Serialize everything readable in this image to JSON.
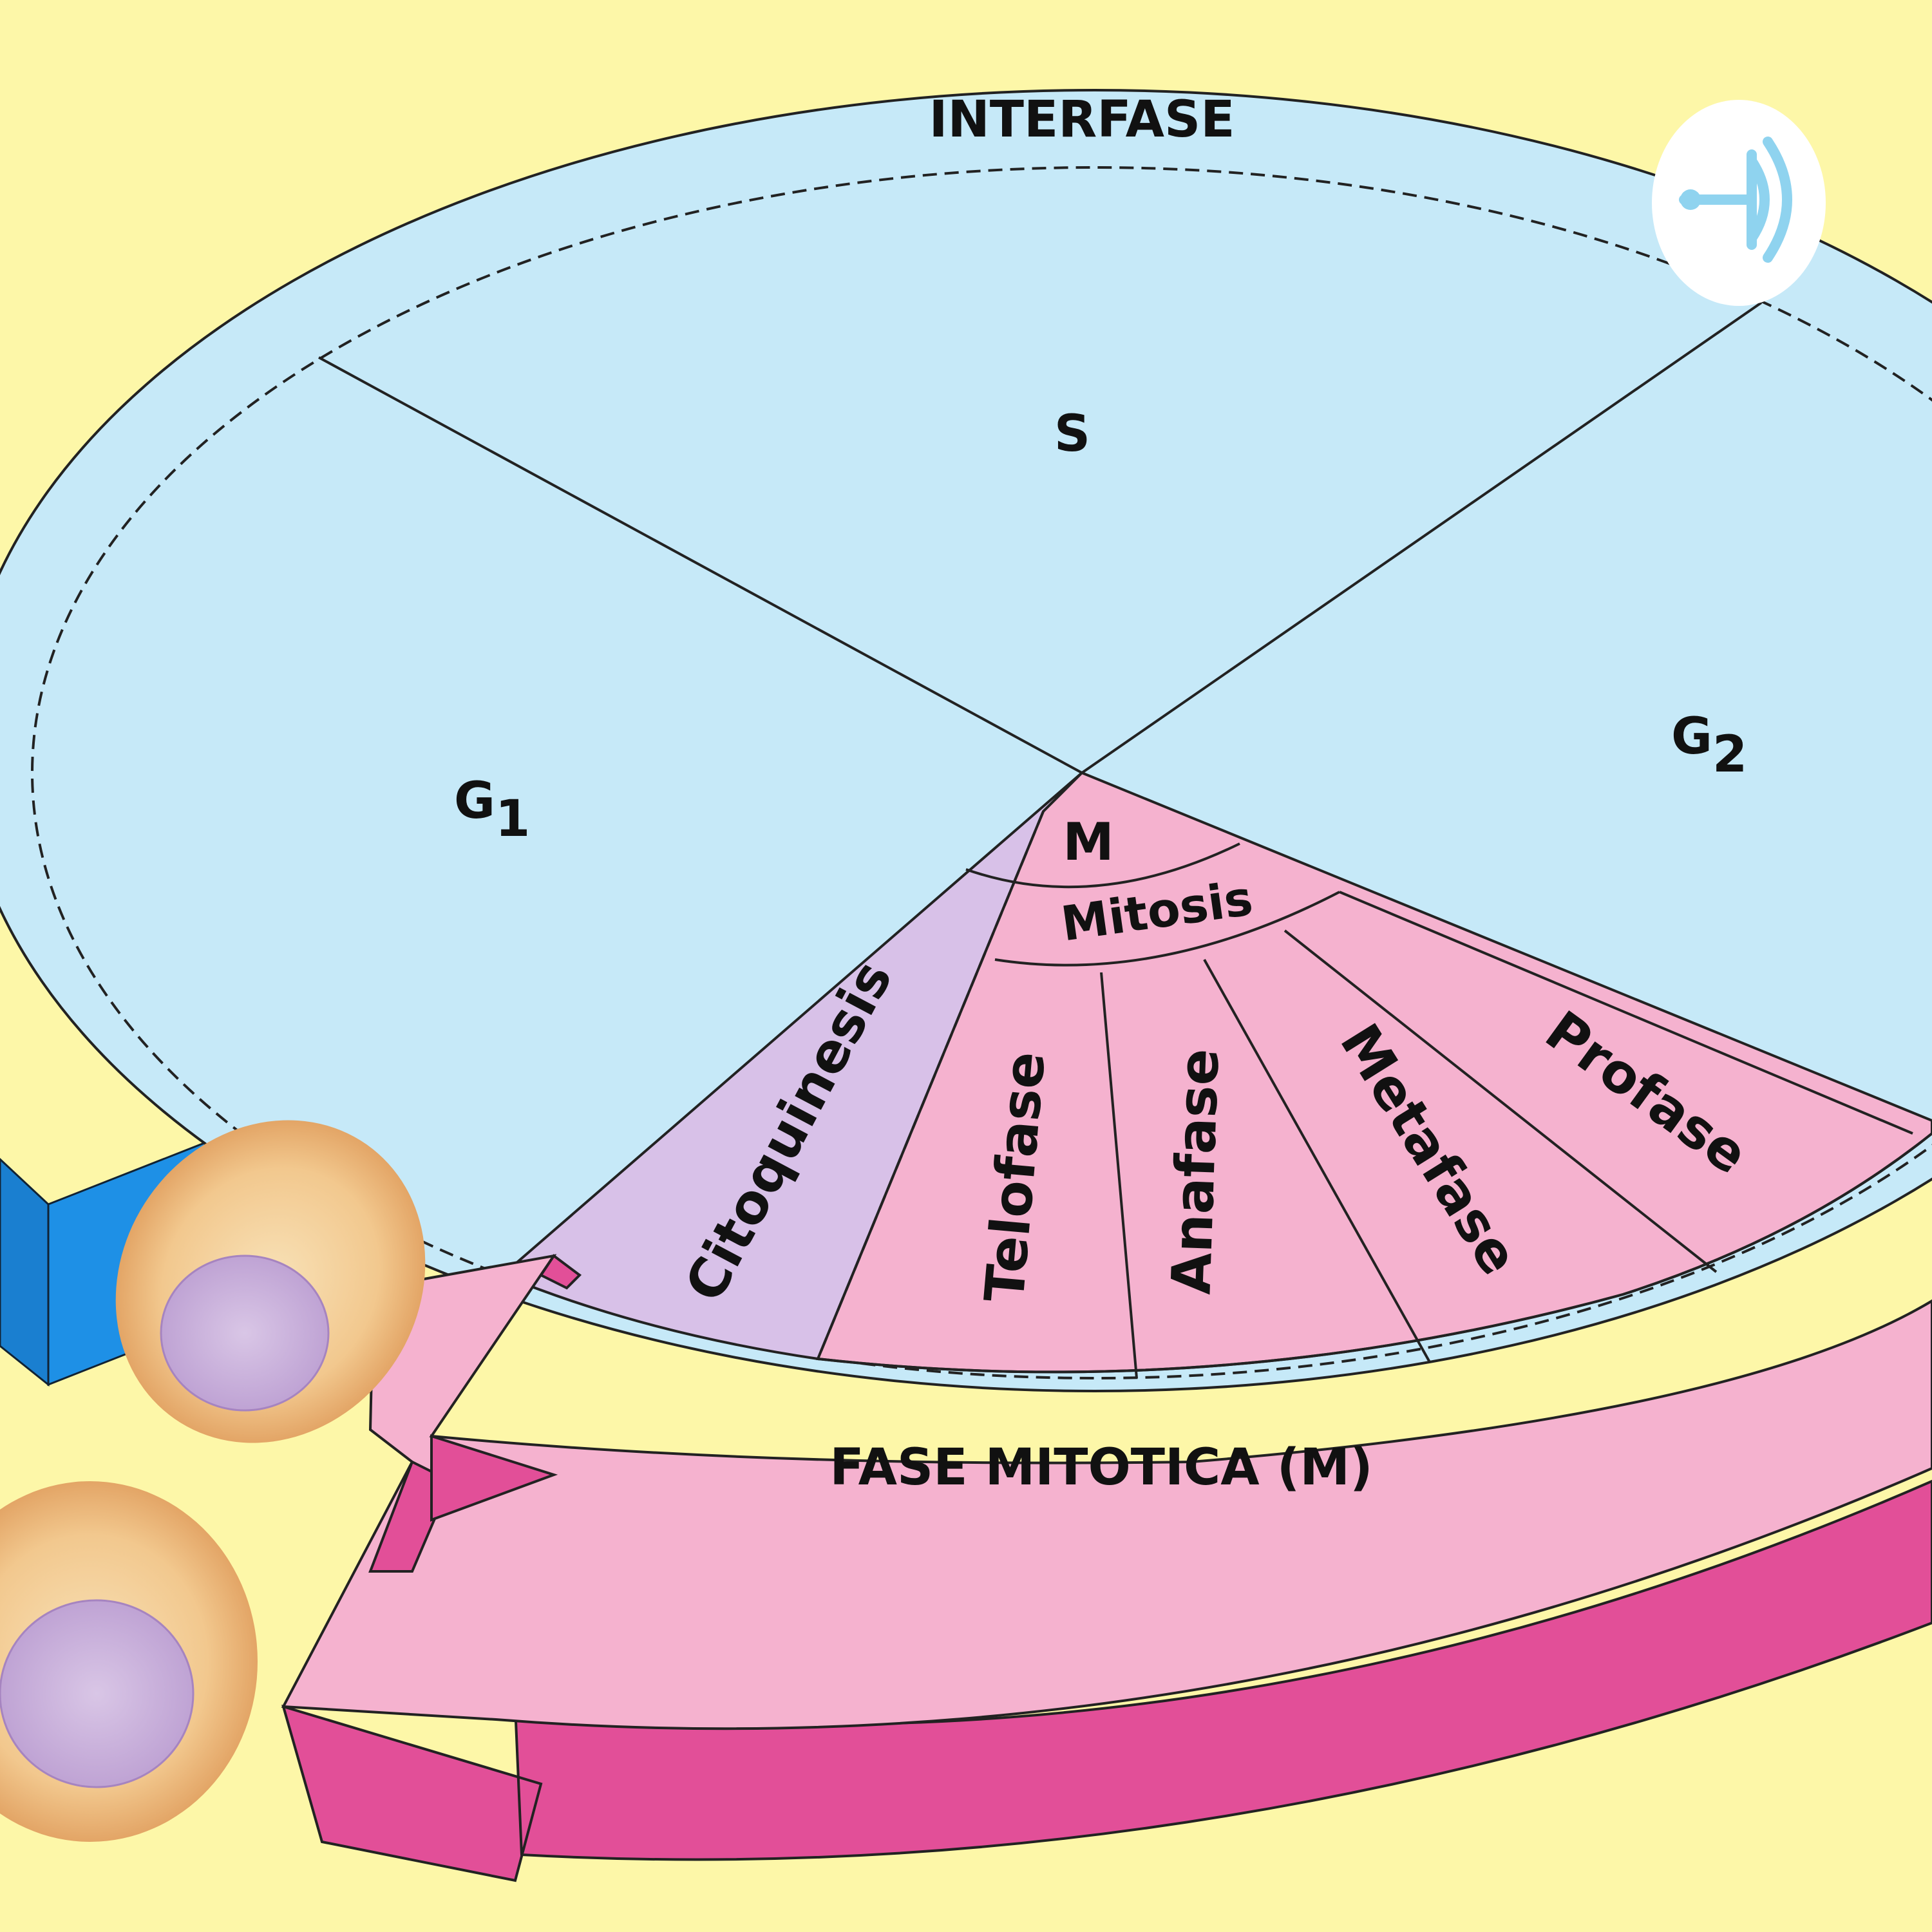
{
  "diagram": {
    "interphase_label": "INTERFASE",
    "s_label": "S",
    "g1": {
      "letter": "G",
      "sub": "1"
    },
    "g2": {
      "letter": "G",
      "sub": "2"
    },
    "m_label": "M",
    "mitosis_label": "Mitosis",
    "cytokinesis_label": "Citoquinesis",
    "mitosis_phases": [
      "Telofase",
      "Anafase",
      "Metafase",
      "Profase"
    ],
    "mitotic_phase_label": "FASE MITOTICA (M)"
  },
  "colors": {
    "background": "#fdf7a8",
    "interphase": "#c6e9f8",
    "mitosis_pink": "#f5b2cf",
    "mitosis_dark": "#e24f98",
    "cytokinesis": "#d8c1e8",
    "block_blue": "#1e90e6",
    "cell_body": "#f2c88e",
    "nucleus": "#cdb6de"
  },
  "logo": {
    "name": "podcast-logo-icon"
  }
}
